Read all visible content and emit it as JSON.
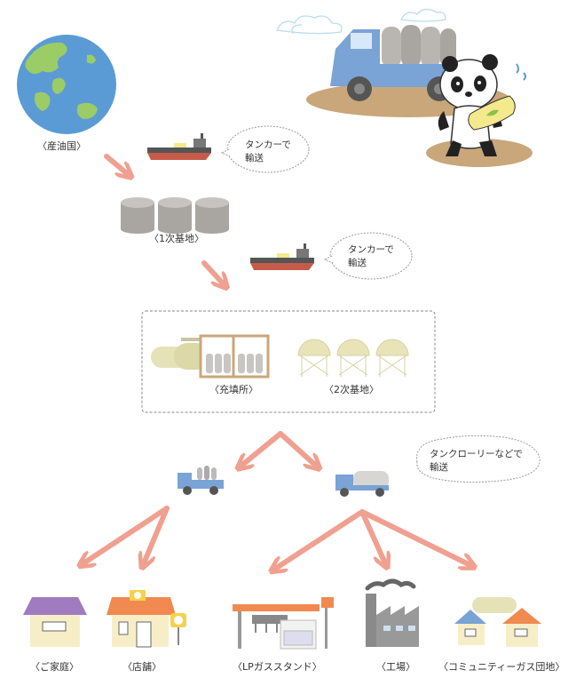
{
  "labels": {
    "origin": "〈産油国〉",
    "base1": "〈1次基地〉",
    "filling": "〈充填所〉",
    "base2": "〈2次基地〉",
    "home": "〈ご家庭〉",
    "store": "〈店舗〉",
    "lp_stand": "〈LPガススタンド〉",
    "factory": "〈工場〉",
    "community": "〈コミュニティーガス団地〉"
  },
  "bubbles": {
    "tanker1": {
      "line1": "タンカーで",
      "line2": "輸送"
    },
    "tanker2": {
      "line1": "タンカーで",
      "line2": "輸送"
    },
    "lorry": {
      "line1": "タンクローリーなどで",
      "line2": "輸送"
    }
  },
  "colors": {
    "arrow": "#f0a090",
    "ocean": "#5b9bd5",
    "land": "#9ccc65",
    "tank_gray": "#a9a6a2",
    "truck_blue": "#7aa3d6",
    "ship_red": "#c75b4a",
    "roof_purple": "#a07bc0",
    "roof_orange": "#f08a50",
    "house_wall": "#f7eec8",
    "ground": "#c9a77a"
  }
}
